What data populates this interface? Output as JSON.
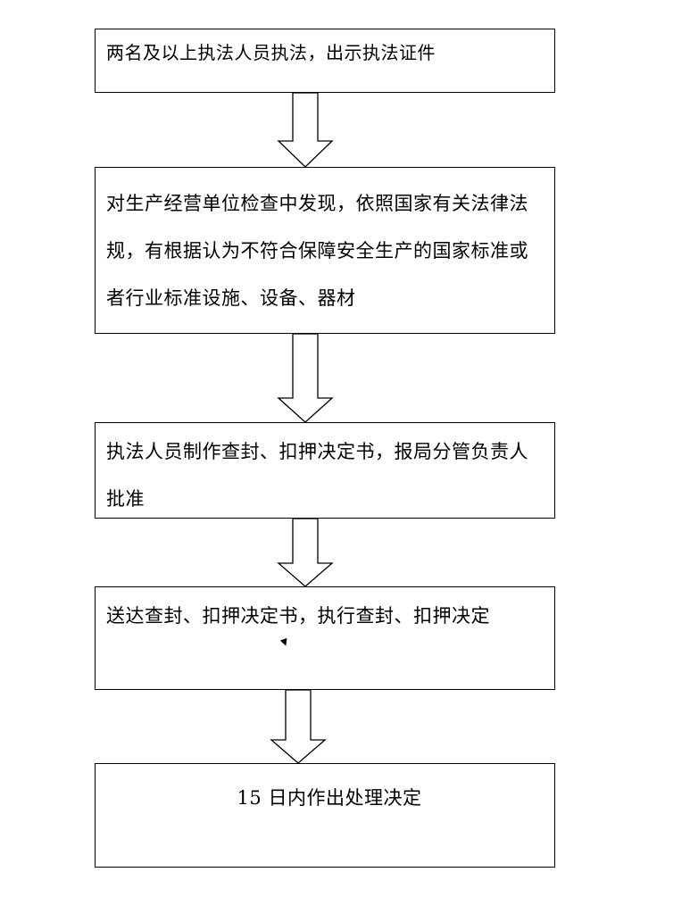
{
  "flowchart": {
    "steps": [
      {
        "text": "两名及以上执法人员执法，出示执法证件"
      },
      {
        "text": "对生产经营单位检查中发现，依照国家有关法律法规，有根据认为不符合保障安全生产的国家标准或者行业标准设施、设备、器材"
      },
      {
        "text": "执法人员制作查封、扣押决定书，报局分管负责人批准"
      },
      {
        "text": "送达查封、扣押决定书，执行查封、扣押决定"
      },
      {
        "text": "15 日内作出处理决定"
      }
    ]
  }
}
